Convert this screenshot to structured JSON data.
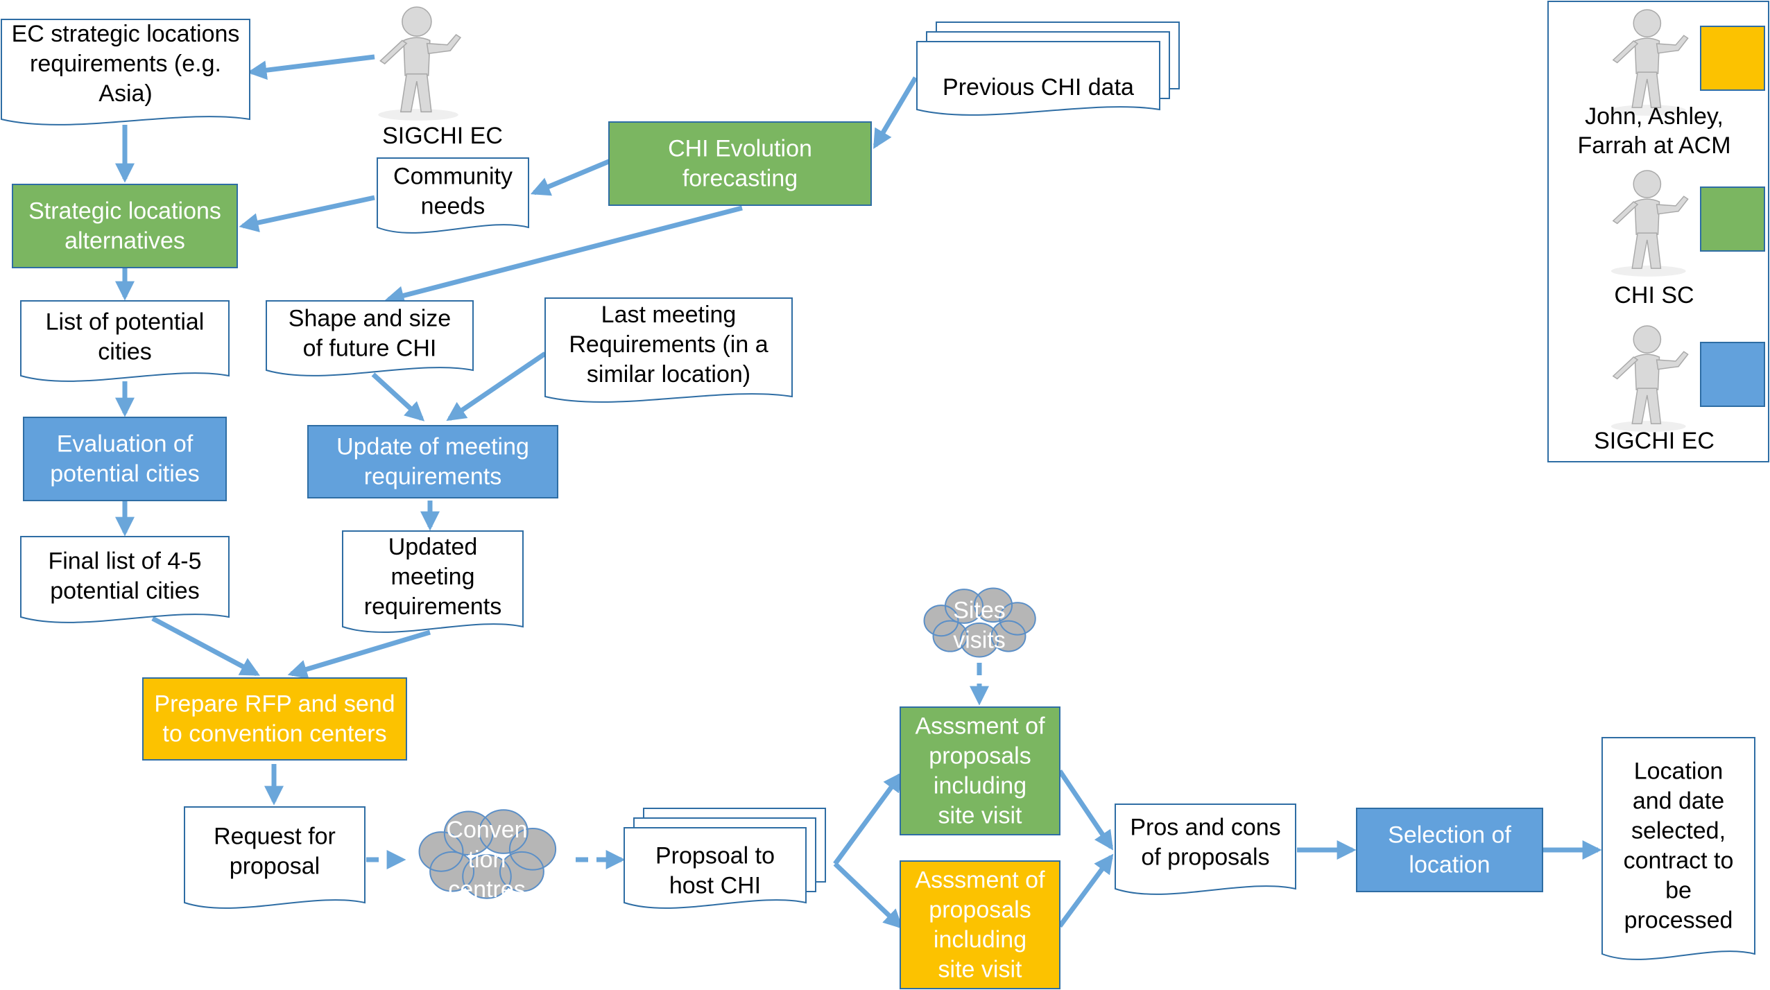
{
  "colors": {
    "sigchi_ec": "#62a1dc",
    "chi_sc": "#7bb661",
    "acm": "#fcc200",
    "cloud": "#b6b6b6",
    "arrow": "#6aa6da",
    "outline": "#2e6da4"
  },
  "nodes": {
    "ec_requirements": [
      "EC strategic locations",
      "requirements (e.g.",
      "Asia)"
    ],
    "sigchi_ec_person": "SIGCHI EC",
    "previous_chi_data": "Previous CHI data",
    "chi_evolution": [
      "CHI Evolution",
      "forecasting"
    ],
    "community_needs": [
      "Community",
      "needs"
    ],
    "strategic_alternatives": [
      "Strategic locations",
      "alternatives"
    ],
    "list_potential_cities": [
      "List of potential",
      "cities"
    ],
    "shape_size_future": [
      "Shape and size",
      "of future CHI"
    ],
    "last_meeting_requirements": [
      "Last meeting",
      "Requirements (in a",
      "similar location)"
    ],
    "evaluation_cities": [
      "Evaluation of",
      "potential cities"
    ],
    "update_meeting_requirements": [
      "Update of meeting",
      "requirements"
    ],
    "final_list_cities": [
      "Final list of 4-5",
      "potential cities"
    ],
    "updated_meeting_requirements": [
      "Updated",
      "meeting",
      "requirements"
    ],
    "prepare_rfp": [
      "Prepare RFP and send",
      "to convention centers"
    ],
    "request_for_proposal": [
      "Request for",
      "proposal"
    ],
    "convention_centres": [
      "Conven",
      "tion",
      "centres"
    ],
    "proposal_host": [
      "Propsoal to",
      "host CHI"
    ],
    "sites_visits": [
      "Sites",
      "visits"
    ],
    "assessment_green": [
      "Asssment of",
      "proposals",
      "including",
      "site visit"
    ],
    "assessment_yellow": [
      "Asssment of",
      "proposals",
      "including",
      "site visit"
    ],
    "pros_cons": [
      "Pros and cons",
      "of proposals"
    ],
    "selection_location": [
      "Selection of",
      "location"
    ],
    "location_selected": [
      "Location",
      "and date",
      "selected,",
      "contract to",
      "be",
      "processed"
    ]
  },
  "legend": [
    {
      "label": [
        "John, Ashley,",
        "Farrah at ACM"
      ],
      "color_key": "acm",
      "icon": "person-pointing-icon"
    },
    {
      "label": [
        "CHI SC"
      ],
      "color_key": "chi_sc",
      "icon": "person-pointing-icon"
    },
    {
      "label": [
        "SIGCHI EC"
      ],
      "color_key": "sigchi_ec",
      "icon": "person-pointing-icon"
    }
  ]
}
